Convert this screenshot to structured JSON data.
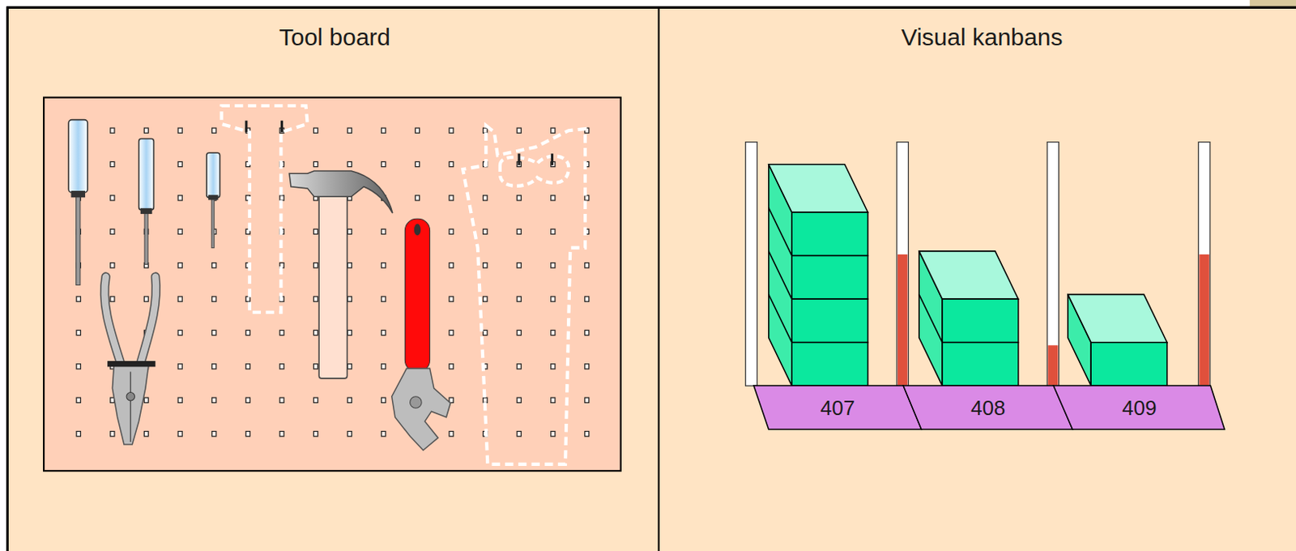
{
  "diagram": {
    "nodes": [
      {
        "text": [
          "Tool board"
        ]
      },
      {
        "text": [
          "Visual kanbans"
        ]
      },
      {
        "text": [
          "407"
        ],
        "in": 1
      },
      {
        "text": [
          "408"
        ],
        "in": 1
      },
      {
        "text": [
          "409"
        ],
        "in": 1
      }
    ]
  }
}
